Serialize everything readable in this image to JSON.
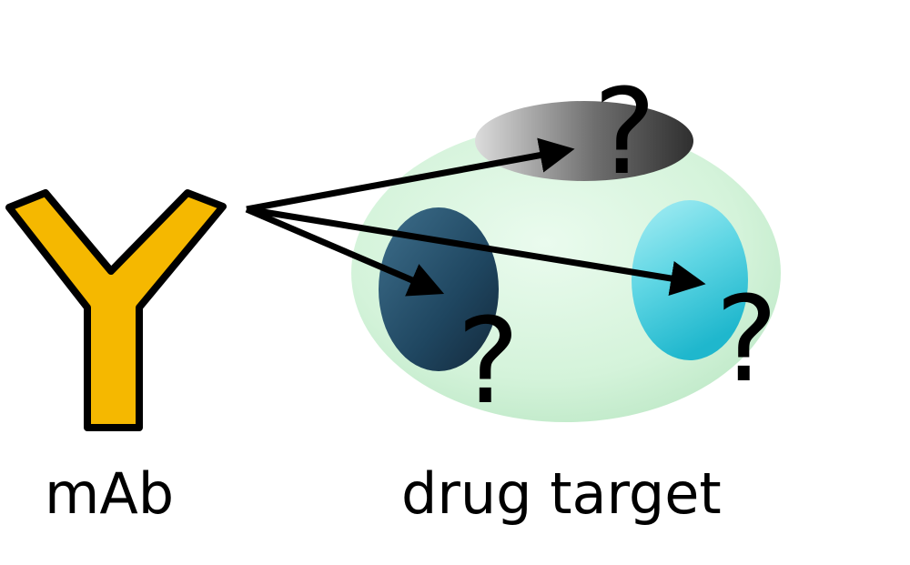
{
  "labels": {
    "antibody": "mAb",
    "target": "drug target"
  },
  "epitopes": [
    {
      "name": "top",
      "mark": "?"
    },
    {
      "name": "left",
      "mark": "?"
    },
    {
      "name": "right",
      "mark": "?"
    }
  ],
  "colors": {
    "antibody_fill": "#f5b800",
    "outline": "#000000",
    "target_fill": "#d6f5dc",
    "epitope_top": "#4a4a4a",
    "epitope_left": "#234a63",
    "epitope_right": "#3fc7dc"
  }
}
